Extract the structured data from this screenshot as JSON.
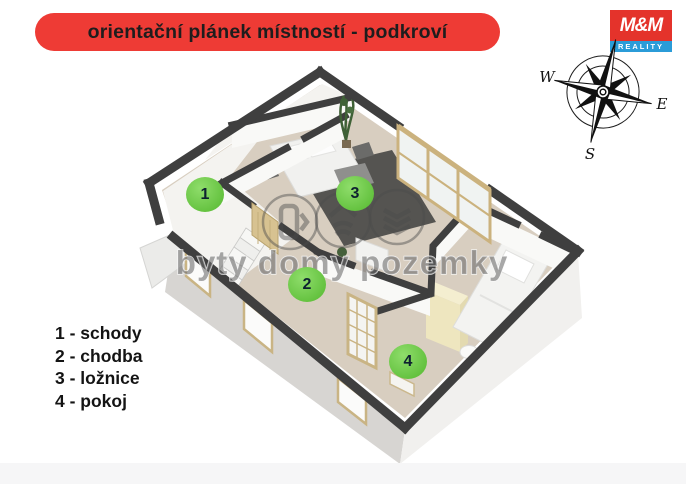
{
  "banner": {
    "title": "orientační plánek místností - podkroví"
  },
  "logo": {
    "name": "M&M",
    "subtitle": "REALITY"
  },
  "compass": {
    "west": "W",
    "east": "E",
    "south": "S"
  },
  "watermark": {
    "text": "byty domy pozemky"
  },
  "legend": {
    "items": [
      {
        "label": "1 - schody"
      },
      {
        "label": "2 - chodba"
      },
      {
        "label": "3 - ložnice"
      },
      {
        "label": "4 - pokoj"
      }
    ]
  },
  "plan": {
    "markers": [
      {
        "number": "1"
      },
      {
        "number": "2"
      },
      {
        "number": "3"
      },
      {
        "number": "4"
      }
    ]
  },
  "colors": {
    "banner_red": "#ee3b35",
    "logo_red": "#e4332b",
    "logo_blue": "#2b9cd8",
    "marker_green": "#6ec947",
    "wall_dark": "#3f3f3f",
    "floor_wood": "#d8cec0",
    "watermark_gray": "#9a9a9a"
  }
}
